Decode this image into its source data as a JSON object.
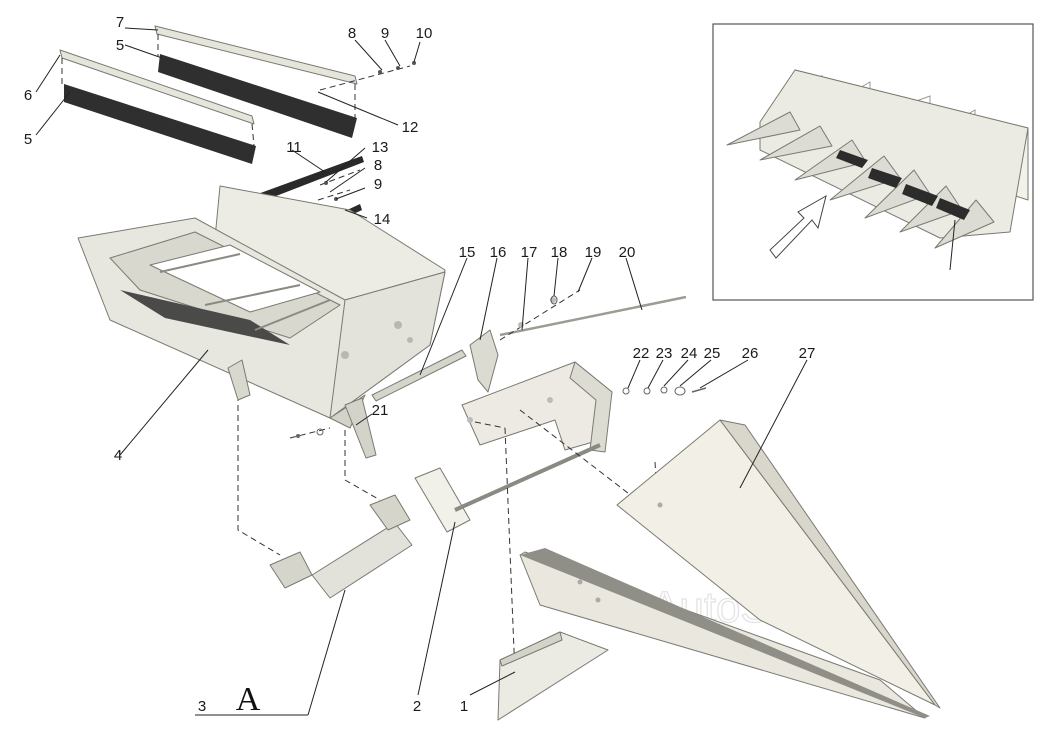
{
  "view_label": "A",
  "watermark": "AutoSoft",
  "callouts": [
    "1",
    "2",
    "3",
    "4",
    "5",
    "5",
    "6",
    "7",
    "8",
    "9",
    "10",
    "11",
    "12",
    "13",
    "8",
    "9",
    "14",
    "15",
    "16",
    "17",
    "18",
    "19",
    "20",
    "21",
    "22",
    "23",
    "24",
    "25",
    "26",
    "27"
  ]
}
